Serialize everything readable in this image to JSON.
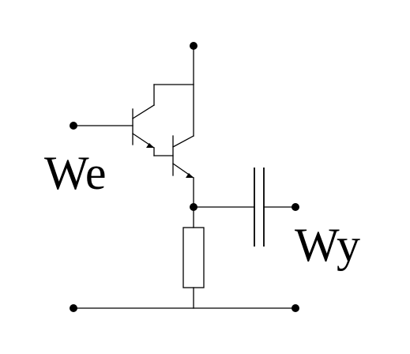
{
  "labels": {
    "input": "We",
    "output": "Wy"
  },
  "colors": {
    "line": "#000000",
    "background": "#ffffff"
  },
  "components": {
    "transistors": [
      "npn-transistor",
      "npn-transistor"
    ],
    "resistor": "emitter-resistor",
    "capacitor": "output-capacitor"
  }
}
